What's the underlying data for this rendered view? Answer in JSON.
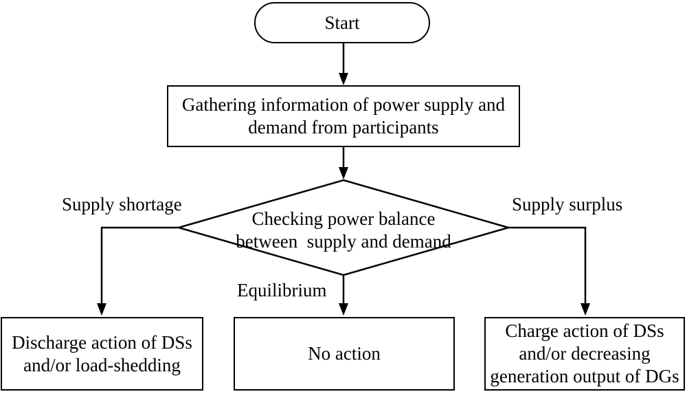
{
  "flowchart": {
    "start_label": "Start",
    "gathering": {
      "lines": [
        "Gathering information of power supply and",
        "demand from participants"
      ]
    },
    "decision": {
      "lines": [
        "Checking power balance",
        "between  supply and demand"
      ]
    },
    "branch_labels": {
      "left": "Supply shortage",
      "middle": "Equilibrium",
      "right": "Supply surplus"
    },
    "outcomes": {
      "discharge": {
        "lines": [
          "Discharge action of DSs",
          "and/or load-shedding"
        ]
      },
      "no_action": {
        "lines": [
          "No action"
        ]
      },
      "charge": {
        "lines": [
          "Charge action of DSs",
          "and/or decreasing",
          "generation output of DGs"
        ]
      }
    },
    "colors": {
      "stroke": "#000000",
      "background": "#ffffff",
      "text": "#000000"
    }
  }
}
